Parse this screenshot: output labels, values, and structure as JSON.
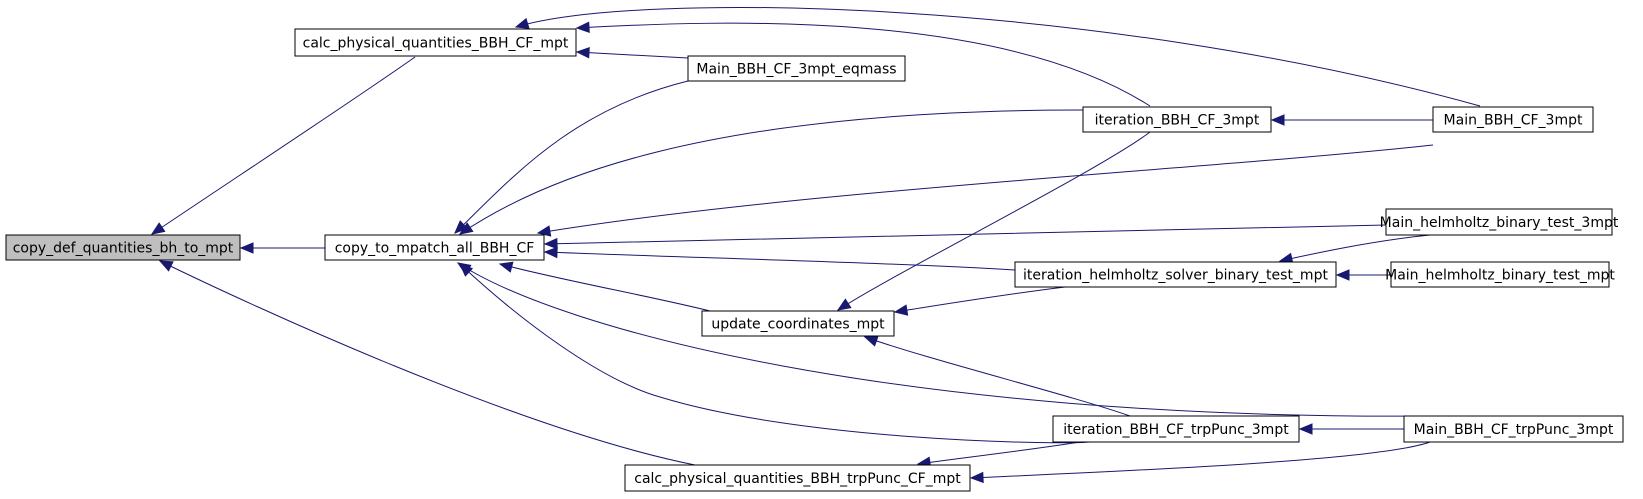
{
  "nodes": [
    {
      "id": "root",
      "label": "copy_def_quantities_bh_to_mpt",
      "root": true
    },
    {
      "id": "calc_phys",
      "label": "calc_physical_quantities_BBH_CF_mpt"
    },
    {
      "id": "copy_mpatch",
      "label": "copy_to_mpatch_all_BBH_CF"
    },
    {
      "id": "calc_phys_trp",
      "label": "calc_physical_quantities_BBH_trpPunc_CF_mpt"
    },
    {
      "id": "main_eqmass",
      "label": "Main_BBH_CF_3mpt_eqmass"
    },
    {
      "id": "update_coords",
      "label": "update_coordinates_mpt"
    },
    {
      "id": "iter_3mpt",
      "label": "iteration_BBH_CF_3mpt"
    },
    {
      "id": "iter_helm",
      "label": "iteration_helmholtz_solver_binary_test_mpt"
    },
    {
      "id": "iter_trp",
      "label": "iteration_BBH_CF_trpPunc_3mpt"
    },
    {
      "id": "main_3mpt",
      "label": "Main_BBH_CF_3mpt"
    },
    {
      "id": "main_helm_3mpt",
      "label": "Main_helmholtz_binary_test_3mpt"
    },
    {
      "id": "main_helm_mpt",
      "label": "Main_helmholtz_binary_test_mpt"
    },
    {
      "id": "main_trp",
      "label": "Main_BBH_CF_trpPunc_3mpt"
    }
  ],
  "edges": [
    {
      "from": "calc_phys",
      "to": "root"
    },
    {
      "from": "copy_mpatch",
      "to": "root"
    },
    {
      "from": "calc_phys_trp",
      "to": "root"
    },
    {
      "from": "main_eqmass",
      "to": "calc_phys"
    },
    {
      "from": "iter_3mpt",
      "to": "calc_phys"
    },
    {
      "from": "main_3mpt",
      "to": "calc_phys"
    },
    {
      "from": "main_eqmass",
      "to": "copy_mpatch"
    },
    {
      "from": "iter_3mpt",
      "to": "copy_mpatch"
    },
    {
      "from": "main_3mpt",
      "to": "copy_mpatch"
    },
    {
      "from": "main_helm_3mpt",
      "to": "copy_mpatch"
    },
    {
      "from": "iter_helm",
      "to": "copy_mpatch"
    },
    {
      "from": "update_coords",
      "to": "copy_mpatch"
    },
    {
      "from": "main_trp",
      "to": "copy_mpatch"
    },
    {
      "from": "iter_trp",
      "to": "copy_mpatch"
    },
    {
      "from": "iter_3mpt",
      "to": "update_coords"
    },
    {
      "from": "iter_helm",
      "to": "update_coords"
    },
    {
      "from": "iter_trp",
      "to": "update_coords"
    },
    {
      "from": "main_3mpt",
      "to": "iter_3mpt"
    },
    {
      "from": "main_helm_3mpt",
      "to": "iter_helm"
    },
    {
      "from": "main_helm_mpt",
      "to": "iter_helm"
    },
    {
      "from": "main_trp",
      "to": "iter_trp"
    },
    {
      "from": "iter_trp",
      "to": "calc_phys_trp"
    },
    {
      "from": "main_trp",
      "to": "calc_phys_trp"
    }
  ],
  "colors": {
    "edge": "#191970",
    "root_fill": "#bfbfbf",
    "node_fill": "#ffffff"
  }
}
